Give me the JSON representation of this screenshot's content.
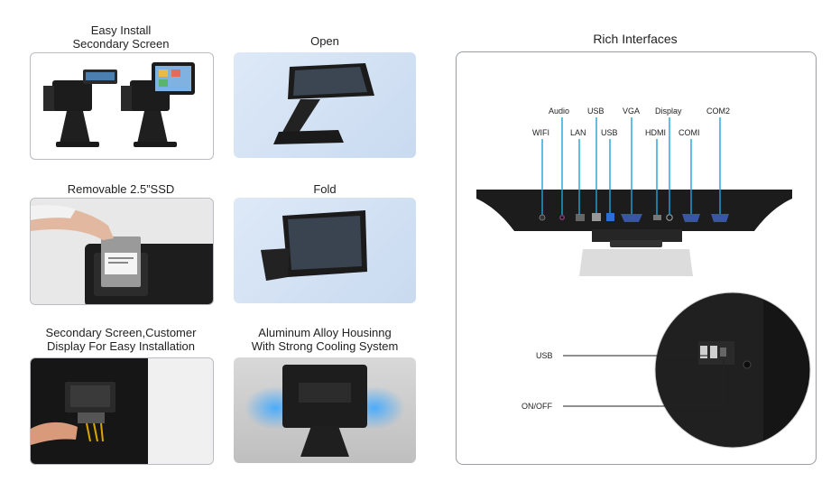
{
  "left_tiles": [
    {
      "caption_1": "Easy Install",
      "caption_2": "Secondary Screen"
    },
    {
      "caption_1": "Open"
    },
    {
      "caption_1": "Removable 2.5”SSD"
    },
    {
      "caption_1": "Fold"
    },
    {
      "caption_1": "Secondary Screen,Customer",
      "caption_2": "Display For Easy Installation"
    },
    {
      "caption_1": "Aluminum Alloy Housinng",
      "caption_2": "With Strong Cooling System"
    }
  ],
  "interfaces": {
    "title": "Rich Interfaces",
    "ports_top": [
      "Audio",
      "USB",
      "VGA",
      "Display",
      "COM2"
    ],
    "ports_bottom": [
      "WIFI",
      "LAN",
      "USB",
      "HDMI",
      "COMI"
    ],
    "zoom_labels": [
      "USB",
      "ON/OFF"
    ]
  },
  "colors": {
    "accent": "#1fa3d9",
    "device": "#1c1c1c"
  }
}
